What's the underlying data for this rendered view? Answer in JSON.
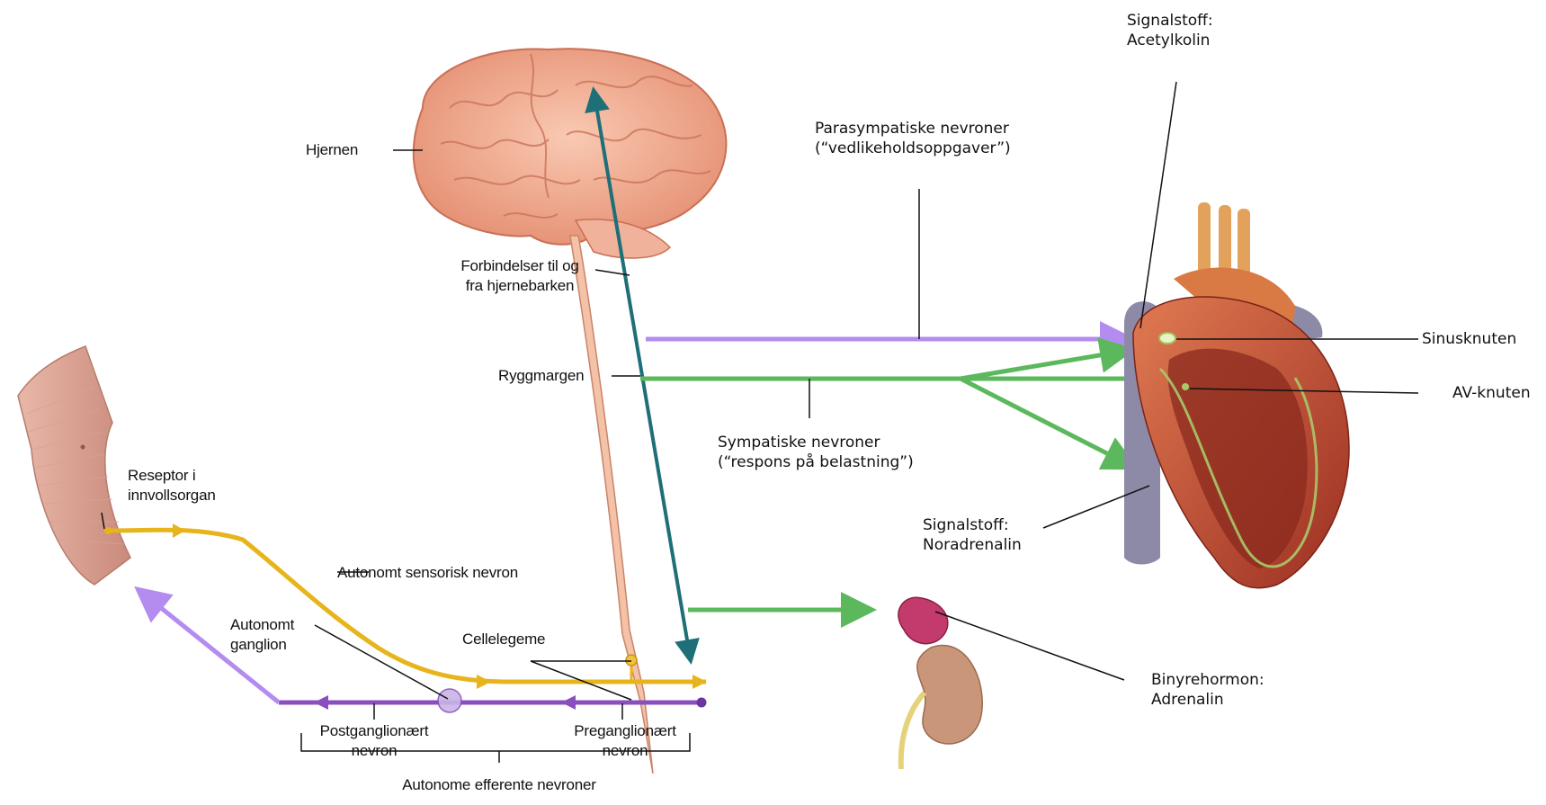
{
  "labels": {
    "brain": "Hjernen",
    "cortex_connections": [
      "Forbindelser til og",
      "fra hjernebarken"
    ],
    "spinal_cord": "Ryggmargen",
    "receptor": [
      "Reseptor i",
      "innvollsorgan"
    ],
    "sensory_neuron": "Autonomt sensorisk nevron",
    "ganglion": [
      "Autonomt",
      "ganglion"
    ],
    "cell_body": "Cellelegeme",
    "postganglionic": [
      "Postganglionært",
      "nevron"
    ],
    "preganglionic": [
      "Preganglionært",
      "nevron"
    ],
    "efferent": "Autonome efferente nevroner",
    "parasympathetic": [
      "Parasympatiske nevroner",
      "(“vedlikeholdsoppgaver”)"
    ],
    "sympathetic": [
      "Sympatiske nevroner",
      "(“respons på belastning”)"
    ],
    "transmitter_ach": [
      "Signalstoff:",
      "Acetylkolin"
    ],
    "transmitter_na": [
      "Signalstoff:",
      "Noradrenalin"
    ],
    "sa_node": "Sinusknuten",
    "av_node": "AV-knuten",
    "adrenal_hormone": [
      "Binyrehormon:",
      "Adrenalin"
    ]
  },
  "colors": {
    "parasympathetic": "#b48cf0",
    "sympathetic": "#5cb85c",
    "sensory": "#e8b41c",
    "efferent": "#8a4fbf",
    "cns_path": "#1f6f78",
    "brain": "#f0a98e",
    "heart": "#c8553a"
  }
}
